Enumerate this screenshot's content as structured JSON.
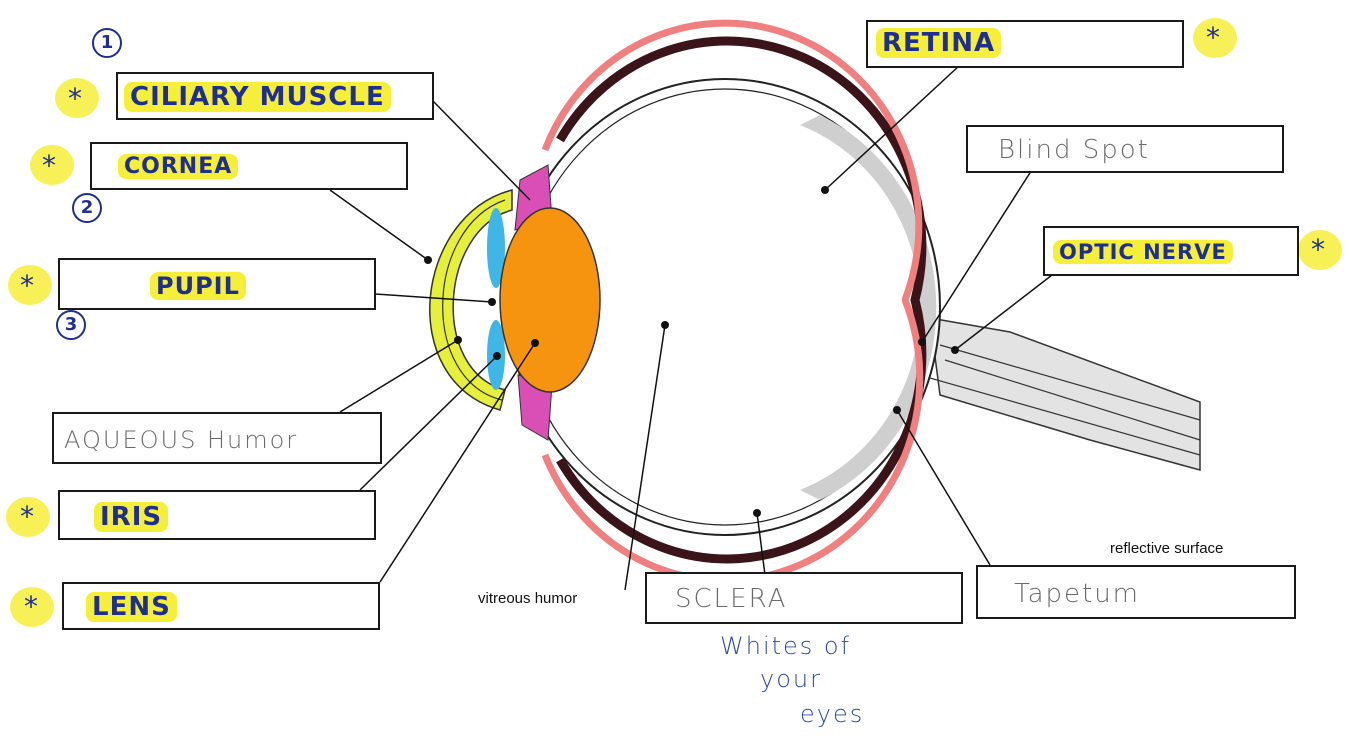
{
  "diagram": {
    "labels": {
      "ciliary_muscle": "CILIARY MUSCLE",
      "cornea": "CORNEA",
      "pupil": "PUPIL",
      "aqueous_humor": "AQUEOUS Humor",
      "iris": "IRIS",
      "lens": "LENS",
      "retina": "RETINA",
      "blind_spot": "Blind Spot",
      "optic_nerve": "OPTIC NERVE",
      "sclera": "SCLERA",
      "tapetum": "Tapetum"
    },
    "printed_text": {
      "vitreous_humor": "vitreous humor",
      "reflective_surface": "reflective surface"
    },
    "annotations": {
      "sclera_note_line1": "Whites of",
      "sclera_note_line2": "your",
      "sclera_note_line3": "eyes",
      "numbers": [
        "1",
        "2",
        "3"
      ],
      "star": "*"
    },
    "colors": {
      "cornea": "#e6ef3c",
      "iris": "#3fb6e6",
      "lens": "#f7940f",
      "ciliary": "#d94fb5",
      "retina": "#f08080",
      "choroid": "#3a1418",
      "highlight": "#f6ef3a",
      "ink": "#1f2f8f"
    }
  }
}
